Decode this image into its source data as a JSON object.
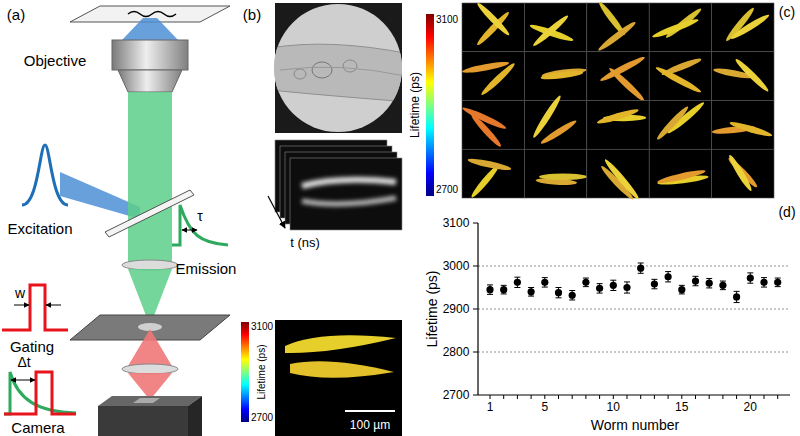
{
  "diagram": {
    "labels": [
      "(a)",
      "Objective",
      "Excitation",
      "τ",
      "Emission",
      "w",
      "Gating",
      "Δt",
      "Camera",
      "(b)",
      "t (ns)",
      "Lifetime (ps)",
      "3100",
      "2700",
      "100 µm",
      "(c)",
      "Lifetime (ps)",
      "3100",
      "2700",
      "(d)",
      "Lifetime (ps)",
      "3100",
      "3000",
      "2900",
      "2800",
      "2700",
      "1",
      "5",
      "10",
      "15",
      "20",
      "Worm number"
    ]
  }
}
